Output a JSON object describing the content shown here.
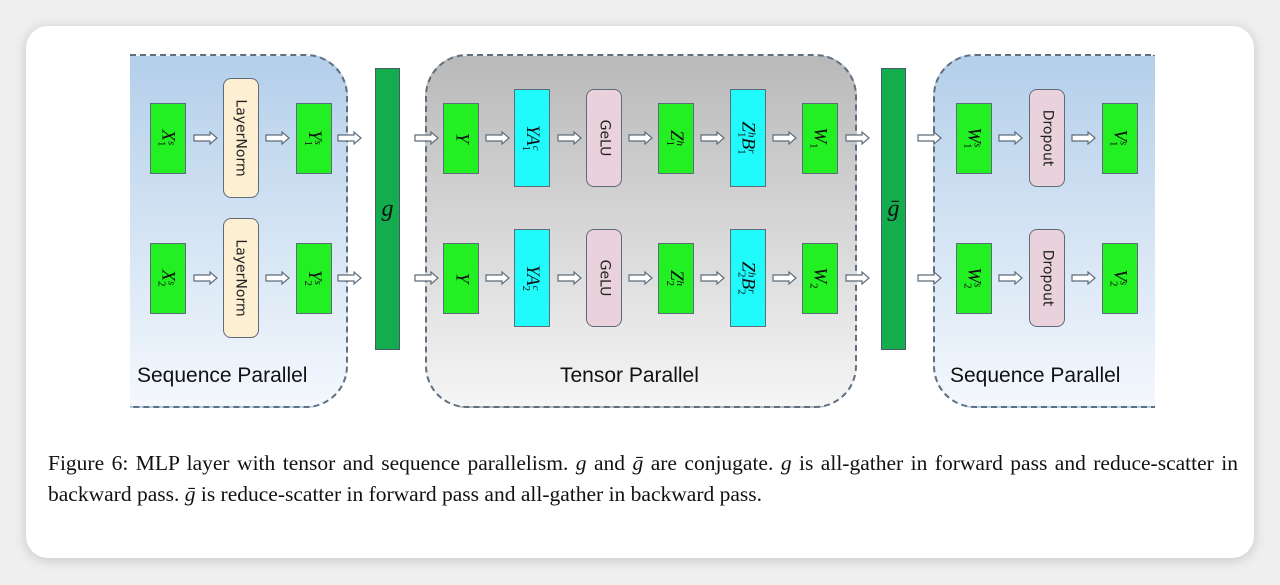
{
  "figure": {
    "panels": {
      "left": {
        "label": "Sequence Parallel"
      },
      "middle": {
        "label": "Tensor Parallel"
      },
      "right": {
        "label": "Sequence Parallel"
      }
    },
    "comm_ops": {
      "g": {
        "symbol": "g"
      },
      "g_bar": {
        "symbol": "ḡ"
      }
    },
    "rows": [
      {
        "x_in": {
          "base": "X",
          "sub": "1",
          "sup": "s"
        },
        "layernorm": "LayerNorm",
        "y_out": {
          "base": "Y",
          "sub": "1",
          "sup": "s"
        },
        "y": {
          "base": "Y"
        },
        "ya": {
          "base": "YA",
          "sub": "1",
          "sup": "c"
        },
        "gelu": "GeLU",
        "z": {
          "base": "Z",
          "sub": "1",
          "sup": "h"
        },
        "zb": {
          "base": "Z",
          "sub": "1",
          "sup": "h",
          "base2": "B",
          "sub2": "1",
          "sup2": "r"
        },
        "w": {
          "base": "W",
          "sub": "1"
        },
        "ws": {
          "base": "W",
          "sub": "1",
          "sup": "s"
        },
        "dropout": "Dropout",
        "v": {
          "base": "V",
          "sub": "1",
          "sup": "s"
        }
      },
      {
        "x_in": {
          "base": "X",
          "sub": "2",
          "sup": "s"
        },
        "layernorm": "LayerNorm",
        "y_out": {
          "base": "Y",
          "sub": "2",
          "sup": "s"
        },
        "y": {
          "base": "Y"
        },
        "ya": {
          "base": "YA",
          "sub": "2",
          "sup": "c"
        },
        "gelu": "GeLU",
        "z": {
          "base": "Z",
          "sub": "2",
          "sup": "h"
        },
        "zb": {
          "base": "Z",
          "sub": "2",
          "sup": "h",
          "base2": "B",
          "sub2": "2",
          "sup2": "r"
        },
        "w": {
          "base": "W",
          "sub": "2"
        },
        "ws": {
          "base": "W",
          "sub": "2",
          "sup": "s"
        },
        "dropout": "Dropout",
        "v": {
          "base": "V",
          "sub": "2",
          "sup": "s"
        }
      }
    ],
    "colors": {
      "tensor_green": "#22f022",
      "weight_cyan": "#1ffbfb",
      "layernorm_cream": "#fdefd2",
      "op_pink": "#ead2dc",
      "comm_bar_green": "#14ad4d",
      "seq_panel_blue": "#b4cfea",
      "tp_panel_gray": "#b9b9b9"
    }
  },
  "caption": {
    "prefix": "Figure 6: MLP layer with tensor and sequence parallelism. ",
    "g1": "g",
    "t1": " and ",
    "g2": "ḡ",
    "t2": " are conjugate. ",
    "g3": "g",
    "t3": " is all-gather in forward pass and reduce-scatter in backward pass. ",
    "g4": "ḡ",
    "t4": " is reduce-scatter in forward pass and all-gather in backward pass."
  }
}
